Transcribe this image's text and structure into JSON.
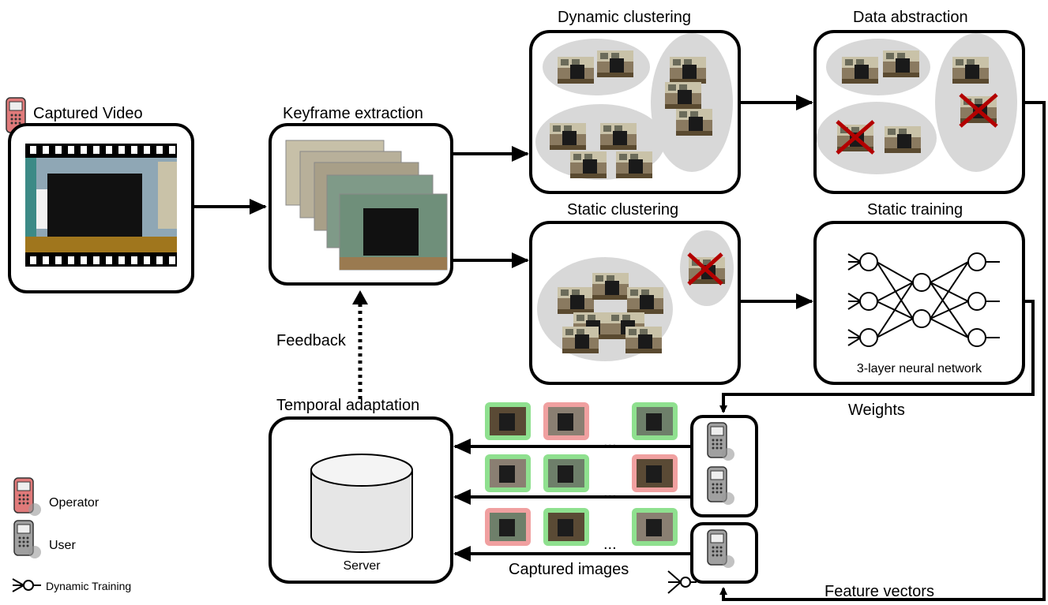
{
  "labels": {
    "captured_video": "Captured Video",
    "keyframe_extraction": "Keyframe extraction",
    "dynamic_clustering": "Dynamic clustering",
    "data_abstraction": "Data abstraction",
    "static_clustering": "Static clustering",
    "static_training": "Static training",
    "neural_network": "3-layer neural network",
    "feedback": "Feedback",
    "temporal_adaptation": "Temporal adaptation",
    "weights": "Weights",
    "server": "Server",
    "captured_images": "Captured images",
    "feature_vectors": "Feature vectors",
    "ellipsis": "..."
  },
  "legend": {
    "operator": "Operator",
    "user": "User",
    "dynamic_training": "Dynamic Training"
  },
  "colors": {
    "operator_phone": "#e07a7a",
    "user_phone": "#a0a0a0",
    "accepted_frame": "#8fe08f",
    "rejected_frame": "#f0a0a0",
    "rejected_cross": "#b30000",
    "cluster_fill": "#d8d8d8"
  },
  "icons": {
    "operator": "mobile-phone-icon",
    "user": "mobile-phone-icon",
    "dynamic_training": "neuron-input-icon",
    "server": "database-cylinder-icon"
  },
  "captured_image_rows": [
    [
      "accepted",
      "rejected",
      "accepted"
    ],
    [
      "accepted",
      "accepted",
      "rejected"
    ],
    [
      "rejected",
      "accepted",
      "accepted"
    ]
  ]
}
